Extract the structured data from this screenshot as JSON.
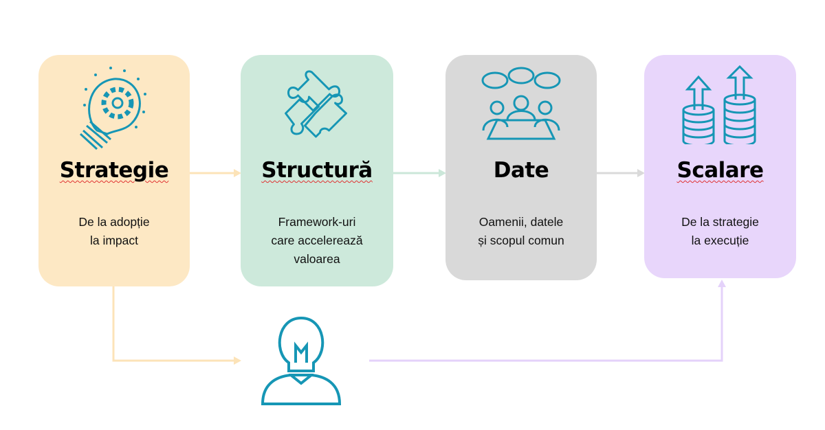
{
  "steps": [
    {
      "title": "Strategie",
      "lines": [
        "De la adopție",
        "la impact"
      ],
      "icon": "lightbulb-gear-icon",
      "color": "#FDE8C4"
    },
    {
      "title": "Structură",
      "lines": [
        "Framework-uri",
        "care accelerează",
        "valoarea"
      ],
      "icon": "puzzle-icon",
      "color": "#CDE9DB"
    },
    {
      "title": "Date",
      "lines": [
        "Oamenii, datele",
        "și scopul comun"
      ],
      "icon": "meeting-icon",
      "color": "#D9D9D9"
    },
    {
      "title": "Scalare",
      "lines": [
        "De la strategie",
        "la execuție"
      ],
      "icon": "coins-growth-icon",
      "color": "#E8D6FB"
    }
  ],
  "bottom_icon": "person-lightbulb-icon",
  "icon_color": "#1696B5"
}
